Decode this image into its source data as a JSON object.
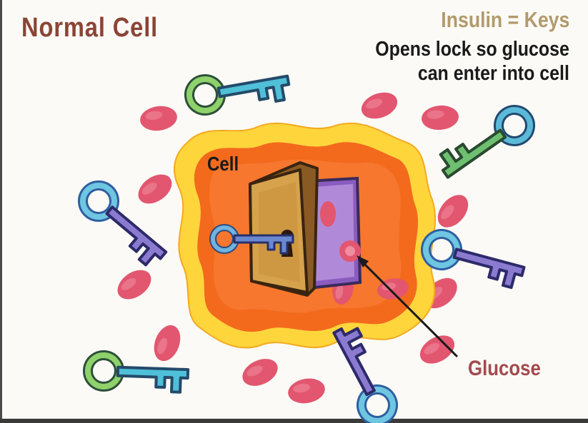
{
  "title": "Normal Cell",
  "legend": {
    "heading": "Insulin = Keys",
    "line1": "Opens lock so glucose",
    "line2": "can enter into cell"
  },
  "labels": {
    "cell": "Cell",
    "glucose": "Glucose"
  },
  "colors": {
    "title": "#8a4535",
    "insulin_heading": "#b29a6c",
    "glucose_label": "#a24a4f",
    "glucose_molecule": "#e0566e",
    "cell_outer": "#ffd23c",
    "cell_inner": "#f26a1c",
    "door": "#c9953f",
    "door_opening": "#9a6ec8"
  },
  "icons": {
    "keys": "key-icon",
    "glucose": "glucose-molecule",
    "door": "door-lock-icon"
  }
}
